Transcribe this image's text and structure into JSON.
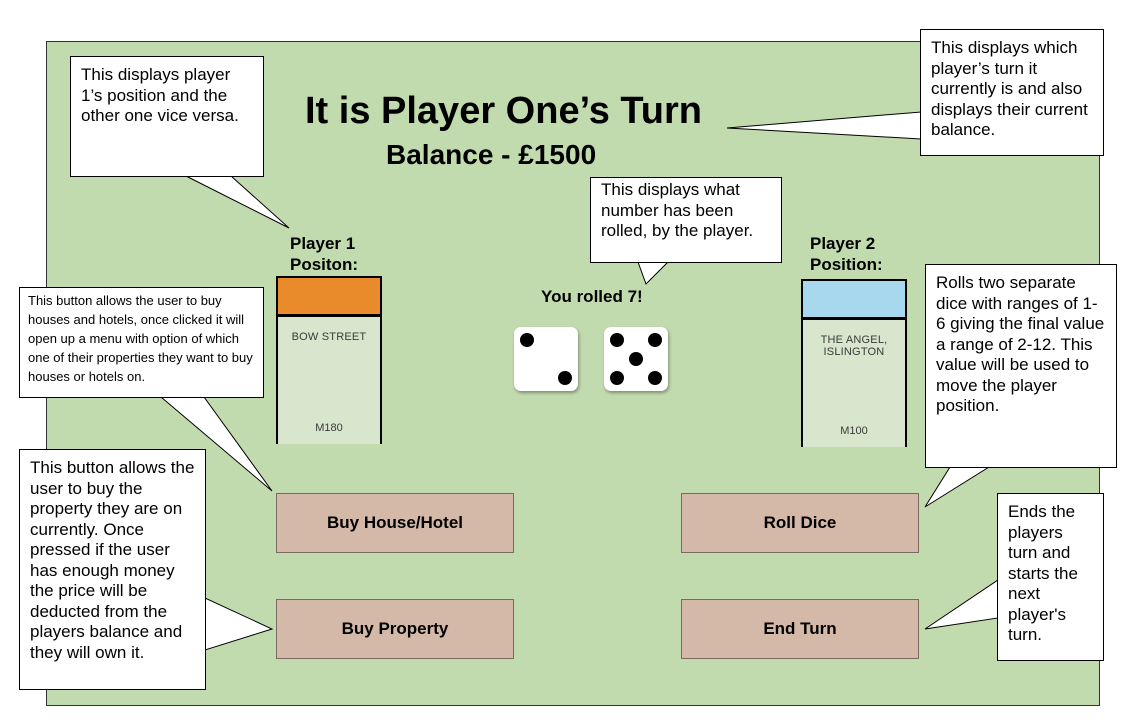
{
  "header": {
    "turn_text": "It is Player One’s Turn",
    "balance_text": "Balance - £1500"
  },
  "player1": {
    "label_line1": "Player 1",
    "label_line2": "Positon:",
    "card": {
      "color": "#e98b2a",
      "street": "BOW STREET",
      "price": "M180"
    }
  },
  "player2": {
    "label_line1": "Player 2",
    "label_line2": "Position:",
    "card": {
      "color": "#a7d8ee",
      "street": "THE ANGEL, ISLINGTON",
      "price": "M100"
    }
  },
  "dice": {
    "rolled_text": "You rolled 7!",
    "values": [
      2,
      5
    ]
  },
  "buttons": {
    "buy_house_hotel": "Buy House/Hotel",
    "buy_property": "Buy Property",
    "roll_dice": "Roll Dice",
    "end_turn": "End Turn"
  },
  "callouts": {
    "player_position": "This displays player 1’s position and the other one vice versa.",
    "turn_balance": "This displays which player’s turn it currently is and also displays their current balance.",
    "rolled_number": "This displays what number has been rolled, by the player.",
    "buy_house_hotel": "This button allows the user to buy houses and hotels, once clicked it will open up a menu with option of which one of their properties they want to buy houses or hotels on.",
    "roll_dice": "Rolls two separate dice with ranges of 1-6 giving the final value a range of 2-12. This value will be used to move the player position.",
    "buy_property": "This button allows the user to buy the property they are on currently. Once pressed if the user has enough money the price will be deducted from the players balance and they will own it.",
    "end_turn": "Ends the players turn and starts the next player's turn."
  }
}
